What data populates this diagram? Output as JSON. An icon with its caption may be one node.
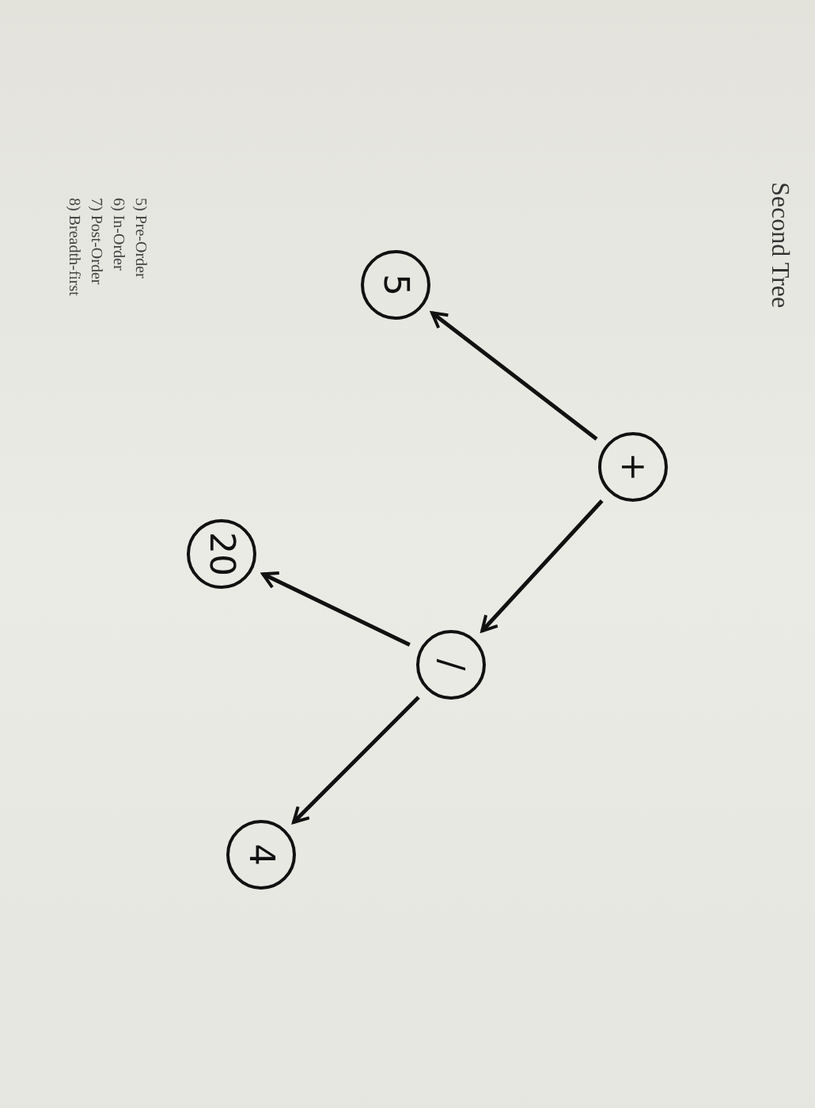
{
  "diagram": {
    "title": "Second Tree",
    "nodes": [
      {
        "text": [
          "+"
        ]
      },
      {
        "text": [
          "5"
        ]
      },
      {
        "text": [
          "/"
        ]
      },
      {
        "text": [
          "20"
        ]
      },
      {
        "text": [
          "4"
        ]
      }
    ],
    "edges": [
      {
        "from": 0,
        "to": 1,
        "arrow": "to"
      },
      {
        "from": 0,
        "to": 2,
        "arrow": "to"
      },
      {
        "from": 2,
        "to": 3,
        "arrow": "to"
      },
      {
        "from": 2,
        "to": 4,
        "arrow": "to"
      }
    ],
    "labels": [
      "5) Pre-Order",
      "6) In-Order",
      "7) Post-Order",
      "8) Breadth-first"
    ]
  }
}
